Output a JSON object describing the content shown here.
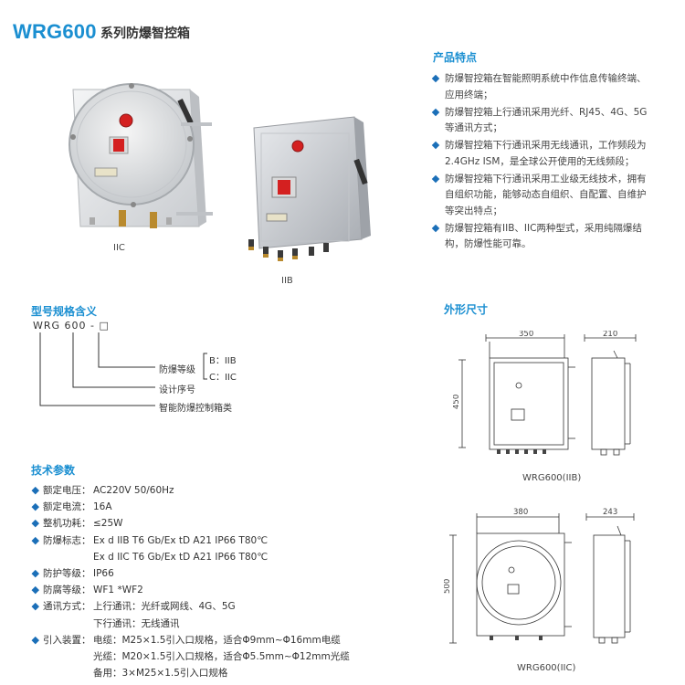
{
  "header": {
    "model": "WRG600",
    "name": "系列防爆智控箱"
  },
  "features": {
    "title": "产品特点",
    "items": [
      "防爆智控箱在智能照明系统中作信息传输终端、应用终端；",
      "防爆智控箱上行通讯采用光纤、RJ45、4G、5G等通讯方式；",
      "防爆智控箱下行通讯采用无线通讯，工作频段为2.4GHz ISM，是全球公开使用的无线频段；",
      "防爆智控箱下行通讯采用工业级无线技术，拥有自组织功能，能够动态自组织、自配置、自维护等突出特点；",
      "防爆智控箱有IIB、IIC两种型式，采用纯隔爆结构，防爆性能可靠。"
    ]
  },
  "photos": {
    "iic_label": "IIC",
    "iib_label": "IIB"
  },
  "model_spec": {
    "title": "型号规格含义",
    "code": "WRG 600 - □",
    "grade_label": "防爆等级",
    "grade_b": "B：IIB",
    "grade_c": "C：IIC",
    "design_label": "设计序号",
    "category_label": "智能防爆控制箱类"
  },
  "outline": {
    "title": "外形尺寸",
    "iib": {
      "width": "350",
      "depth": "210",
      "height": "450",
      "caption": "WRG600(IIB)"
    },
    "iic": {
      "width": "380",
      "depth": "243",
      "height": "500",
      "caption": "WRG600(IIC)"
    }
  },
  "tech": {
    "title": "技术参数",
    "rows": [
      {
        "key": "额定电压：",
        "value": "AC220V 50/60Hz",
        "bullet": true
      },
      {
        "key": "额定电流：",
        "value": "16A",
        "bullet": true
      },
      {
        "key": "整机功耗：",
        "value": "≤25W",
        "bullet": true
      },
      {
        "key": "防爆标志：",
        "value": "Ex d IIB T6 Gb/Ex tD A21 IP66 T80℃",
        "bullet": true
      },
      {
        "key": "",
        "value": "Ex d IIC T6 Gb/Ex tD A21 IP66 T80℃",
        "bullet": false
      },
      {
        "key": "防护等级：",
        "value": "IP66",
        "bullet": true
      },
      {
        "key": "防腐等级：",
        "value": "WF1 *WF2",
        "bullet": true
      },
      {
        "key": "通讯方式：",
        "value": "上行通讯：光纤或网线、4G、5G",
        "bullet": true
      },
      {
        "key": "",
        "value": "下行通讯：无线通讯",
        "bullet": false
      },
      {
        "key": "引入装置：",
        "value": "电缆：M25×1.5引入口规格，适合Φ9mm~Φ16mm电缆",
        "bullet": true
      },
      {
        "key": "",
        "value": "光缆：M20×1.5引入口规格，适合Φ5.5mm~Φ12mm光缆",
        "bullet": false
      },
      {
        "key": "",
        "value": "备用：3×M25×1.5引入口规格",
        "bullet": false
      }
    ]
  },
  "colors": {
    "accent": "#1b8fd1",
    "bullet": "#1b6fb8",
    "indicator": "#d42020"
  }
}
